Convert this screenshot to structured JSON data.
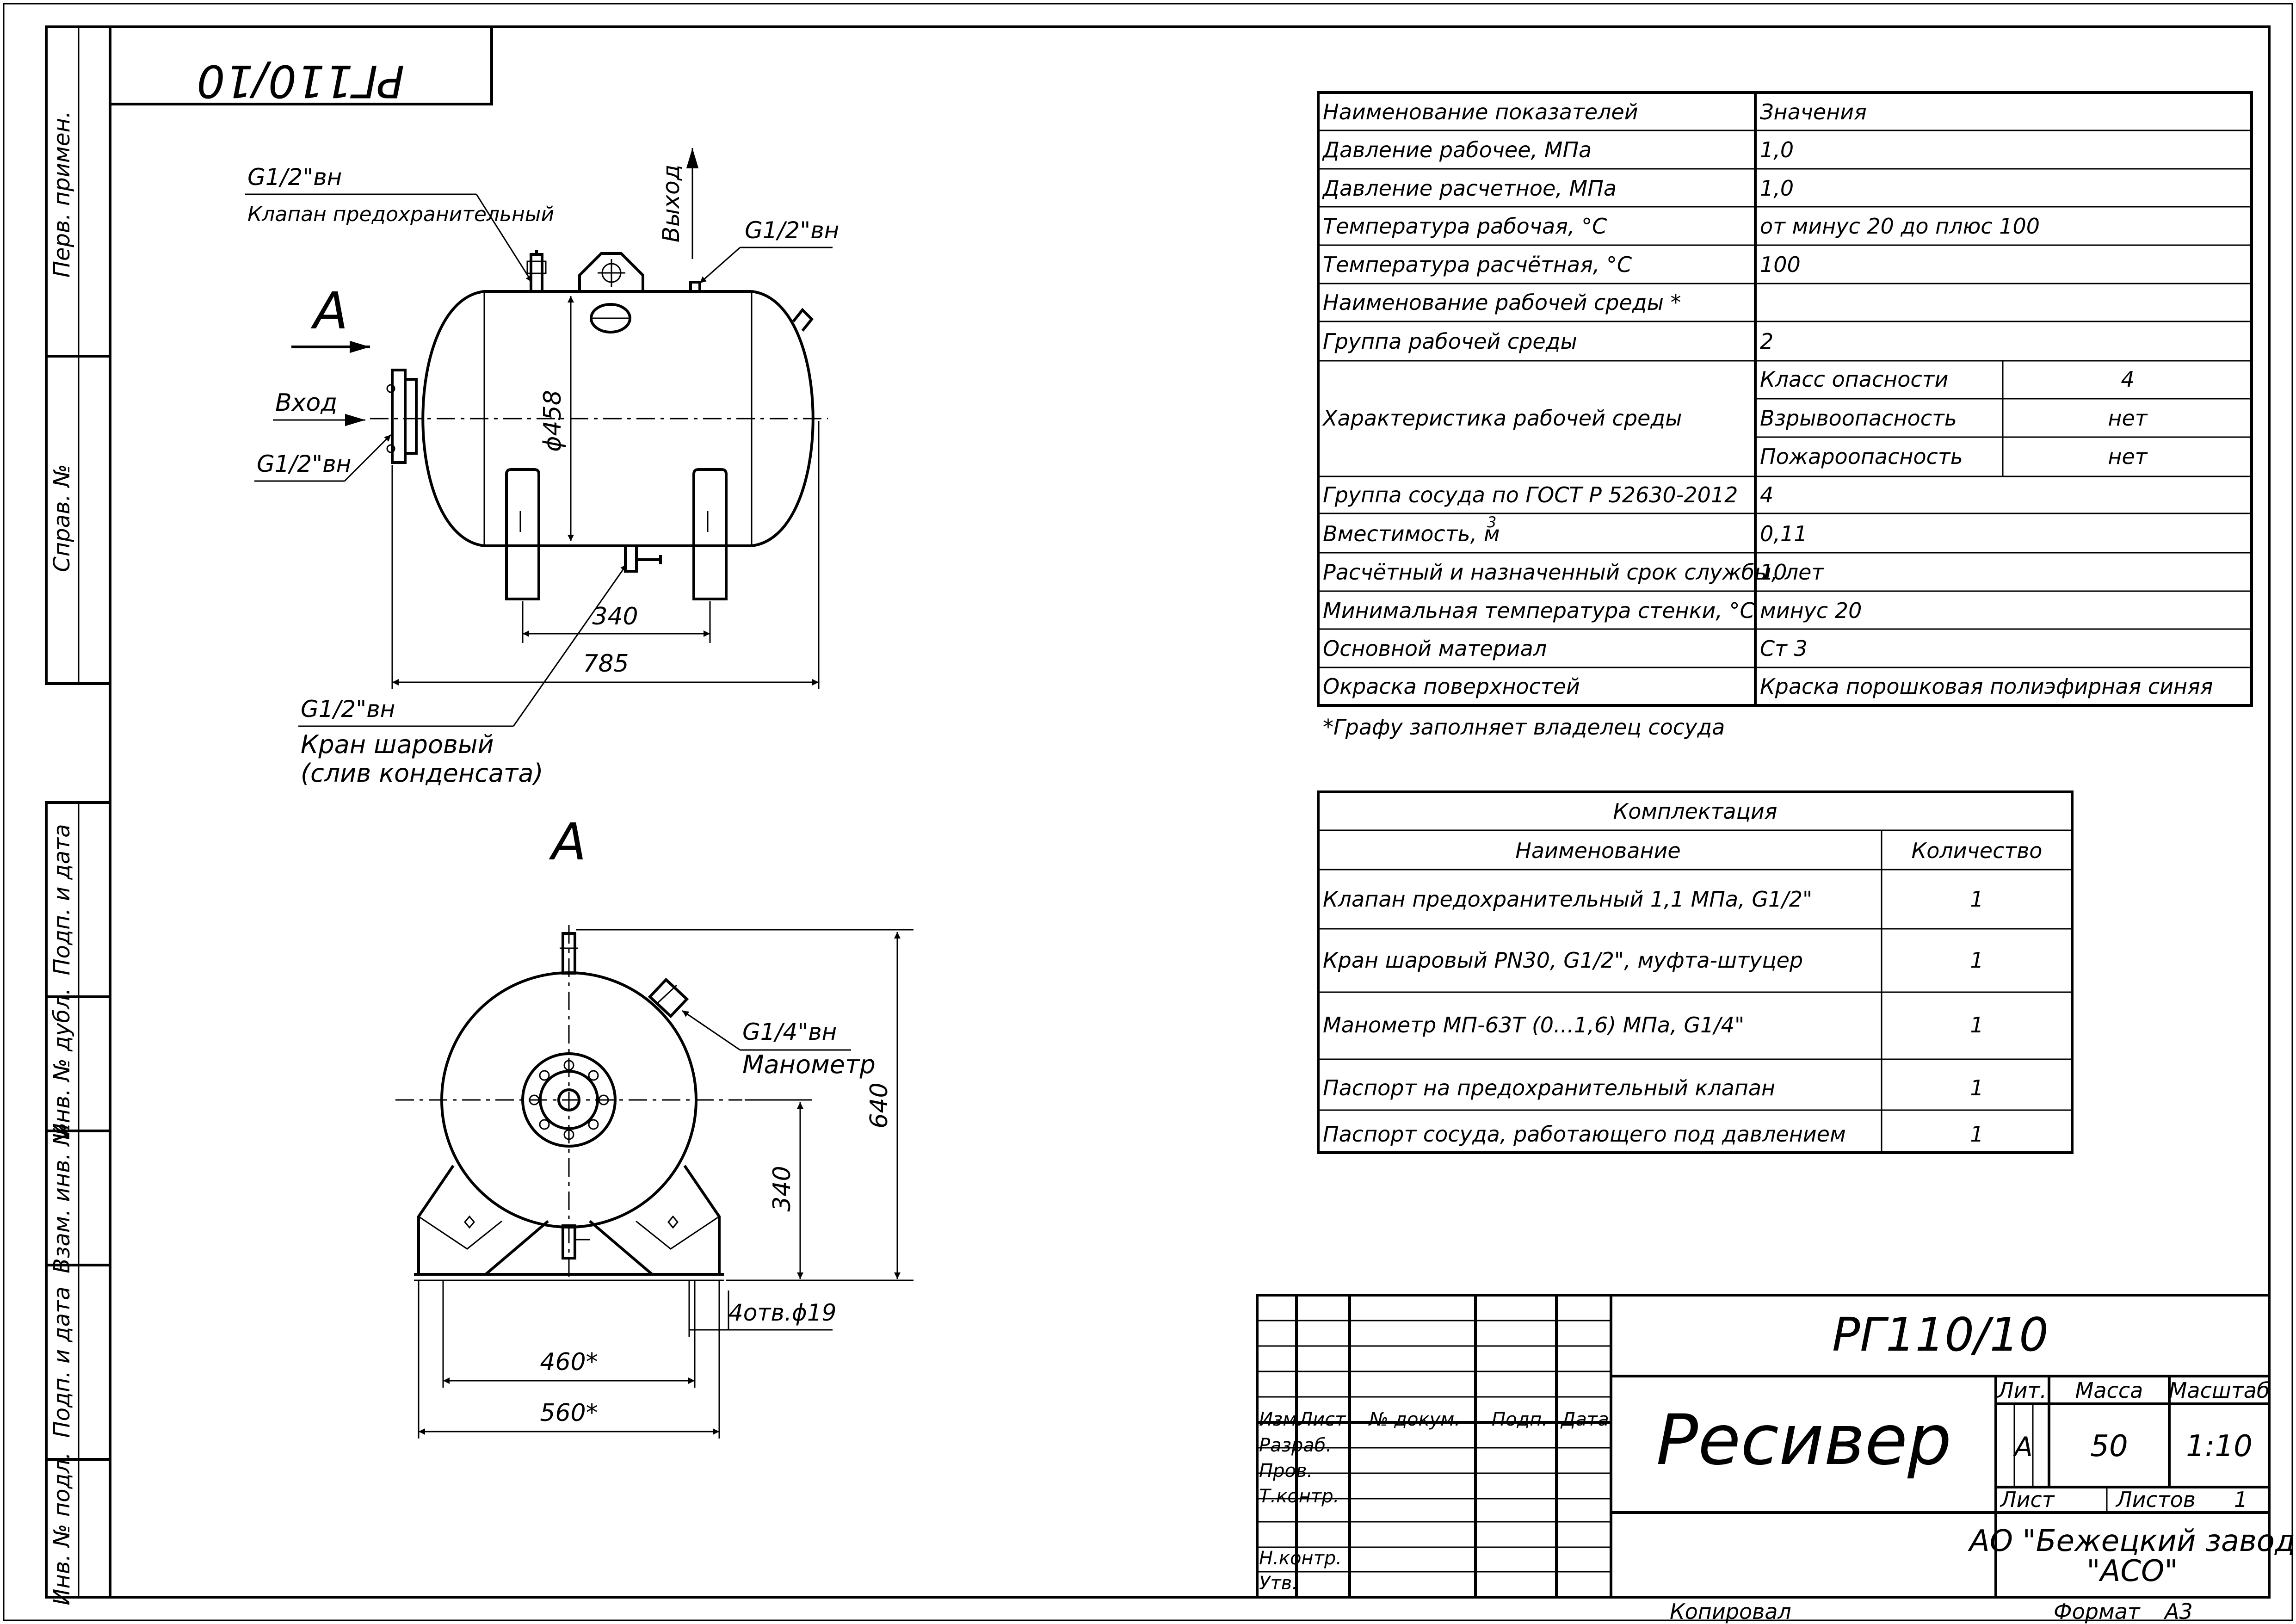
{
  "stamp_corner": "РГ110/10",
  "side_labels": [
    "Перв. примен.",
    "Справ. №",
    "Подп. и дата",
    "Инв. № дубл.",
    "Взам. инв. №",
    "Подп. и дата",
    "Инв. № подл."
  ],
  "side_view": {
    "view_letter": "А",
    "valve_thread": "G1/2\"вн",
    "valve_label": "Клапан предохранительный",
    "outlet_label": "Выход",
    "outlet_thread": "G1/2\"вн",
    "inlet_label": "Вход",
    "inlet_thread": "G1/2\"вн",
    "diameter": "ϕ458",
    "dim_supports": "340",
    "dim_length": "785",
    "drain_thread": "G1/2\"вн",
    "drain_label_1": "Кран шаровый",
    "drain_label_2": "(слив конденсата)"
  },
  "end_view": {
    "view_letter": "А",
    "gauge_thread": "G1/4\"вн",
    "gauge_label": "Манометр",
    "dim_height": "640",
    "dim_axis": "340",
    "holes": "4отв.ϕ19",
    "dim_holes": "460*",
    "dim_base": "560*"
  },
  "spec_table": {
    "rows": [
      {
        "name": "Наименование показателей",
        "value": "Значения"
      },
      {
        "name": "Давление рабочее, МПа",
        "value": "1,0"
      },
      {
        "name": "Давление расчетное, МПа",
        "value": "1,0"
      },
      {
        "name": "Температура рабочая, °С",
        "value": "от минус 20 до плюс 100"
      },
      {
        "name": "Температура расчётная, °С",
        "value": "100"
      },
      {
        "name": "Наименование рабочей среды *",
        "value": ""
      },
      {
        "name": "Группа рабочей среды",
        "value": "2"
      }
    ],
    "char_name": "Характеристика рабочей среды",
    "char_sub": [
      {
        "name": "Класс опасности",
        "value": "4"
      },
      {
        "name": "Взрывоопасность",
        "value": "нет"
      },
      {
        "name": "Пожароопасность",
        "value": "нет"
      }
    ],
    "rows2": [
      {
        "name": "Группа сосуда по ГОСТ Р 52630-2012",
        "value": "4"
      },
      {
        "name": "Вместимость, м",
        "value": "0,11"
      },
      {
        "name": "Расчётный и назначенный срок службы, лет",
        "value": "10"
      },
      {
        "name": "Минимальная температура стенки, °С",
        "value": "минус 20"
      },
      {
        "name": "Основной материал",
        "value": "Ст 3"
      },
      {
        "name": "Окраска поверхностей",
        "value": "Краска порошковая полиэфирная синяя"
      }
    ],
    "volume_exp": "3",
    "footnote": "*Графу заполняет владелец сосуда"
  },
  "kit_table": {
    "title": "Комплектация",
    "col_name": "Наименование",
    "col_qty": "Количество",
    "items": [
      {
        "name": "Клапан предохранительный 1,1 МПа, G1/2\"",
        "qty": "1"
      },
      {
        "name": "Кран шаровый PN30, G1/2\", муфта-штуцер",
        "qty": "1"
      },
      {
        "name": "Манометр МП-63Т (0...1,6) МПа, G1/4\"",
        "qty": "1"
      },
      {
        "name": "Паспорт на предохранительный клапан",
        "qty": "1"
      },
      {
        "name": "Паспорт сосуда, работающего под давлением",
        "qty": "1"
      }
    ]
  },
  "title_block": {
    "designation": "РГ110/10",
    "name": "Ресивер",
    "col_izm": "Изм.",
    "col_list": "Лист",
    "col_doc": "№ докум.",
    "col_sign": "Подп.",
    "col_date": "Дата",
    "role_1": "Разраб.",
    "role_2": "Пров.",
    "role_3": "Т.контр.",
    "role_4": "Н.контр.",
    "role_5": "Утв.",
    "lit_label": "Лит.",
    "mass_label": "Масса",
    "scale_label": "Масштаб",
    "lit_value": "А",
    "mass_value": "50",
    "scale_value": "1:10",
    "sheet_label": "Лист",
    "sheets_label": "Листов",
    "sheets_value": "1",
    "org_line1": "АО \"Бежецкий завод",
    "org_line2": "\"АСО\"",
    "copied": "Копировал",
    "format_label": "Формат",
    "format_value": "А3"
  }
}
